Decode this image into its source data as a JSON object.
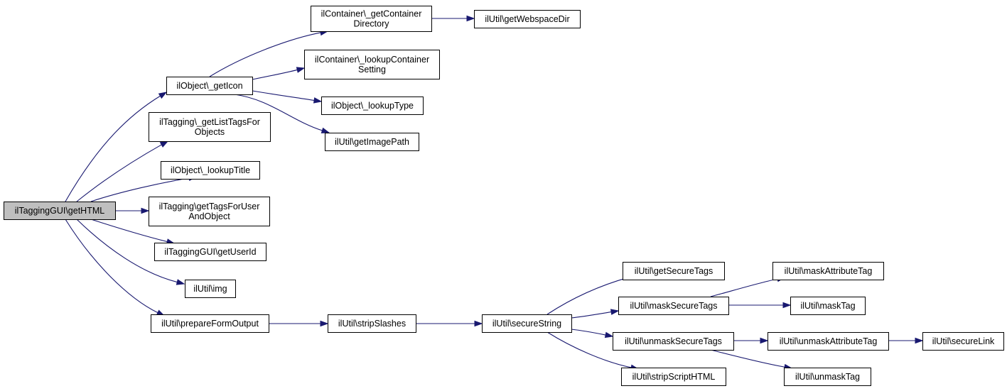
{
  "diagram": {
    "colors": {
      "edge": "#191970",
      "root_fill": "#bfbfbf",
      "node_fill": "#ffffff",
      "border": "#000000"
    },
    "nodes": [
      {
        "id": "root",
        "lines": [
          "ilTaggingGUI\\getHTML"
        ],
        "root": true
      },
      {
        "id": "getIcon",
        "lines": [
          "ilObject\\_getIcon"
        ]
      },
      {
        "id": "getListTags",
        "lines": [
          "ilTagging\\_getListTagsFor",
          "Objects"
        ]
      },
      {
        "id": "lookupTitle",
        "lines": [
          "ilObject\\_lookupTitle"
        ]
      },
      {
        "id": "getTagsForUser",
        "lines": [
          "ilTagging\\getTagsForUser",
          "AndObject"
        ]
      },
      {
        "id": "getUserId",
        "lines": [
          "ilTaggingGUI\\getUserId"
        ]
      },
      {
        "id": "img",
        "lines": [
          "ilUtil\\img"
        ]
      },
      {
        "id": "prepareFormOutput",
        "lines": [
          "ilUtil\\prepareFormOutput"
        ]
      },
      {
        "id": "getContainerDir",
        "lines": [
          "ilContainer\\_getContainer",
          "Directory"
        ]
      },
      {
        "id": "lookupContainerSetting",
        "lines": [
          "ilContainer\\_lookupContainer",
          "Setting"
        ]
      },
      {
        "id": "lookupType",
        "lines": [
          "ilObject\\_lookupType"
        ]
      },
      {
        "id": "getImagePath",
        "lines": [
          "ilUtil\\getImagePath"
        ]
      },
      {
        "id": "getWebspaceDir",
        "lines": [
          "ilUtil\\getWebspaceDir"
        ]
      },
      {
        "id": "stripSlashes",
        "lines": [
          "ilUtil\\stripSlashes"
        ]
      },
      {
        "id": "secureString",
        "lines": [
          "ilUtil\\secureString"
        ]
      },
      {
        "id": "getSecureTags",
        "lines": [
          "ilUtil\\getSecureTags"
        ]
      },
      {
        "id": "maskSecureTags",
        "lines": [
          "ilUtil\\maskSecureTags"
        ]
      },
      {
        "id": "unmaskSecureTags",
        "lines": [
          "ilUtil\\unmaskSecureTags"
        ]
      },
      {
        "id": "stripScriptHTML",
        "lines": [
          "ilUtil\\stripScriptHTML"
        ]
      },
      {
        "id": "maskAttributeTag",
        "lines": [
          "ilUtil\\maskAttributeTag"
        ]
      },
      {
        "id": "maskTag",
        "lines": [
          "ilUtil\\maskTag"
        ]
      },
      {
        "id": "unmaskAttributeTag",
        "lines": [
          "ilUtil\\unmaskAttributeTag"
        ]
      },
      {
        "id": "unmaskTag",
        "lines": [
          "ilUtil\\unmaskTag"
        ]
      },
      {
        "id": "secureLink",
        "lines": [
          "ilUtil\\secureLink"
        ]
      }
    ],
    "edges": [
      {
        "from": "root",
        "to": "getIcon"
      },
      {
        "from": "root",
        "to": "getListTags"
      },
      {
        "from": "root",
        "to": "lookupTitle"
      },
      {
        "from": "root",
        "to": "getTagsForUser"
      },
      {
        "from": "root",
        "to": "getUserId"
      },
      {
        "from": "root",
        "to": "img"
      },
      {
        "from": "root",
        "to": "prepareFormOutput"
      },
      {
        "from": "getIcon",
        "to": "getContainerDir"
      },
      {
        "from": "getIcon",
        "to": "lookupContainerSetting"
      },
      {
        "from": "getIcon",
        "to": "lookupType"
      },
      {
        "from": "getIcon",
        "to": "getImagePath"
      },
      {
        "from": "getContainerDir",
        "to": "getWebspaceDir"
      },
      {
        "from": "prepareFormOutput",
        "to": "stripSlashes"
      },
      {
        "from": "stripSlashes",
        "to": "secureString"
      },
      {
        "from": "secureString",
        "to": "getSecureTags"
      },
      {
        "from": "secureString",
        "to": "maskSecureTags"
      },
      {
        "from": "secureString",
        "to": "unmaskSecureTags"
      },
      {
        "from": "secureString",
        "to": "stripScriptHTML"
      },
      {
        "from": "maskSecureTags",
        "to": "maskAttributeTag"
      },
      {
        "from": "maskSecureTags",
        "to": "maskTag"
      },
      {
        "from": "unmaskSecureTags",
        "to": "unmaskAttributeTag"
      },
      {
        "from": "unmaskSecureTags",
        "to": "unmaskTag"
      },
      {
        "from": "unmaskAttributeTag",
        "to": "secureLink"
      }
    ]
  }
}
